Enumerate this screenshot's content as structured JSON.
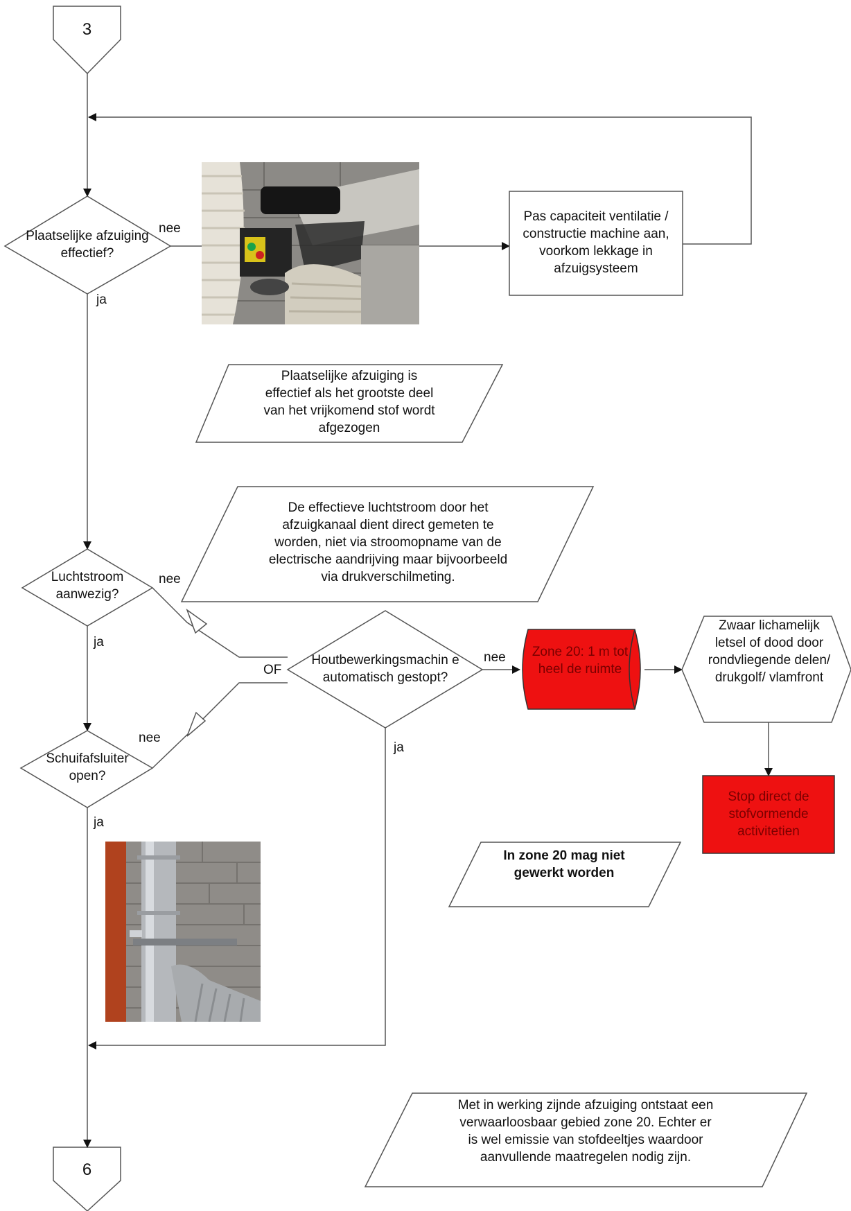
{
  "connectors": {
    "top": "3",
    "bottom": "6"
  },
  "decisions": {
    "local_extraction": "Plaatselijke afzuiging effectief?",
    "airflow": "Luchtstroom aanwezig?",
    "slide_valve": "Schuifafsluiter open?",
    "machine_stopped": "Houtbewerkingsmachin e automatisch gestopt?"
  },
  "processes": {
    "adjust_capacity": "Pas capaciteit ventilatie / constructie machine aan, voorkom lekkage in afzuigsysteem",
    "stop_activities": "Stop direct de stofvormende activitetien"
  },
  "zone": {
    "label": "Zone 20: 1 m tot heel de ruimte"
  },
  "consequence": {
    "label": "Zwaar lichamelijk letsel of dood door rondvliegende delen/ drukgolf/ vlamfront"
  },
  "notes": {
    "effective": "Plaatselijke afzuiging is effectief als het grootste deel van het vrijkomend stof wordt afgezogen",
    "measure": "De effectieve luchtstroom door het afzuigkanaal dient direct gemeten te worden, niet via stroomopname van de electrische aandrijving maar bijvoorbeeld via drukverschilmeting.",
    "zone20": "In zone 20 mag niet gewerkt worden",
    "emission": "Met in werking zijnde afzuiging ontstaat een verwaarloosbaar gebied zone 20. Echter er is wel emissie van stofdeeltjes waardoor aanvullende maatregelen nodig zijn."
  },
  "edge_labels": {
    "nee": "nee",
    "ja": "ja",
    "or": "OF"
  },
  "colors": {
    "danger": "#ee1111",
    "line": "#555555"
  }
}
